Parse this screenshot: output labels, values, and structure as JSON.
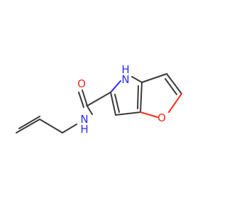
{
  "atoms": {
    "ring_nh": "H\nN",
    "amide_nh": "N\nH",
    "amide_o": "O",
    "furan_o": "O"
  },
  "colors": {
    "bond": "#3a3a3a",
    "nitrogen": "#2b2bff",
    "oxygen": "#ff2a1a"
  }
}
